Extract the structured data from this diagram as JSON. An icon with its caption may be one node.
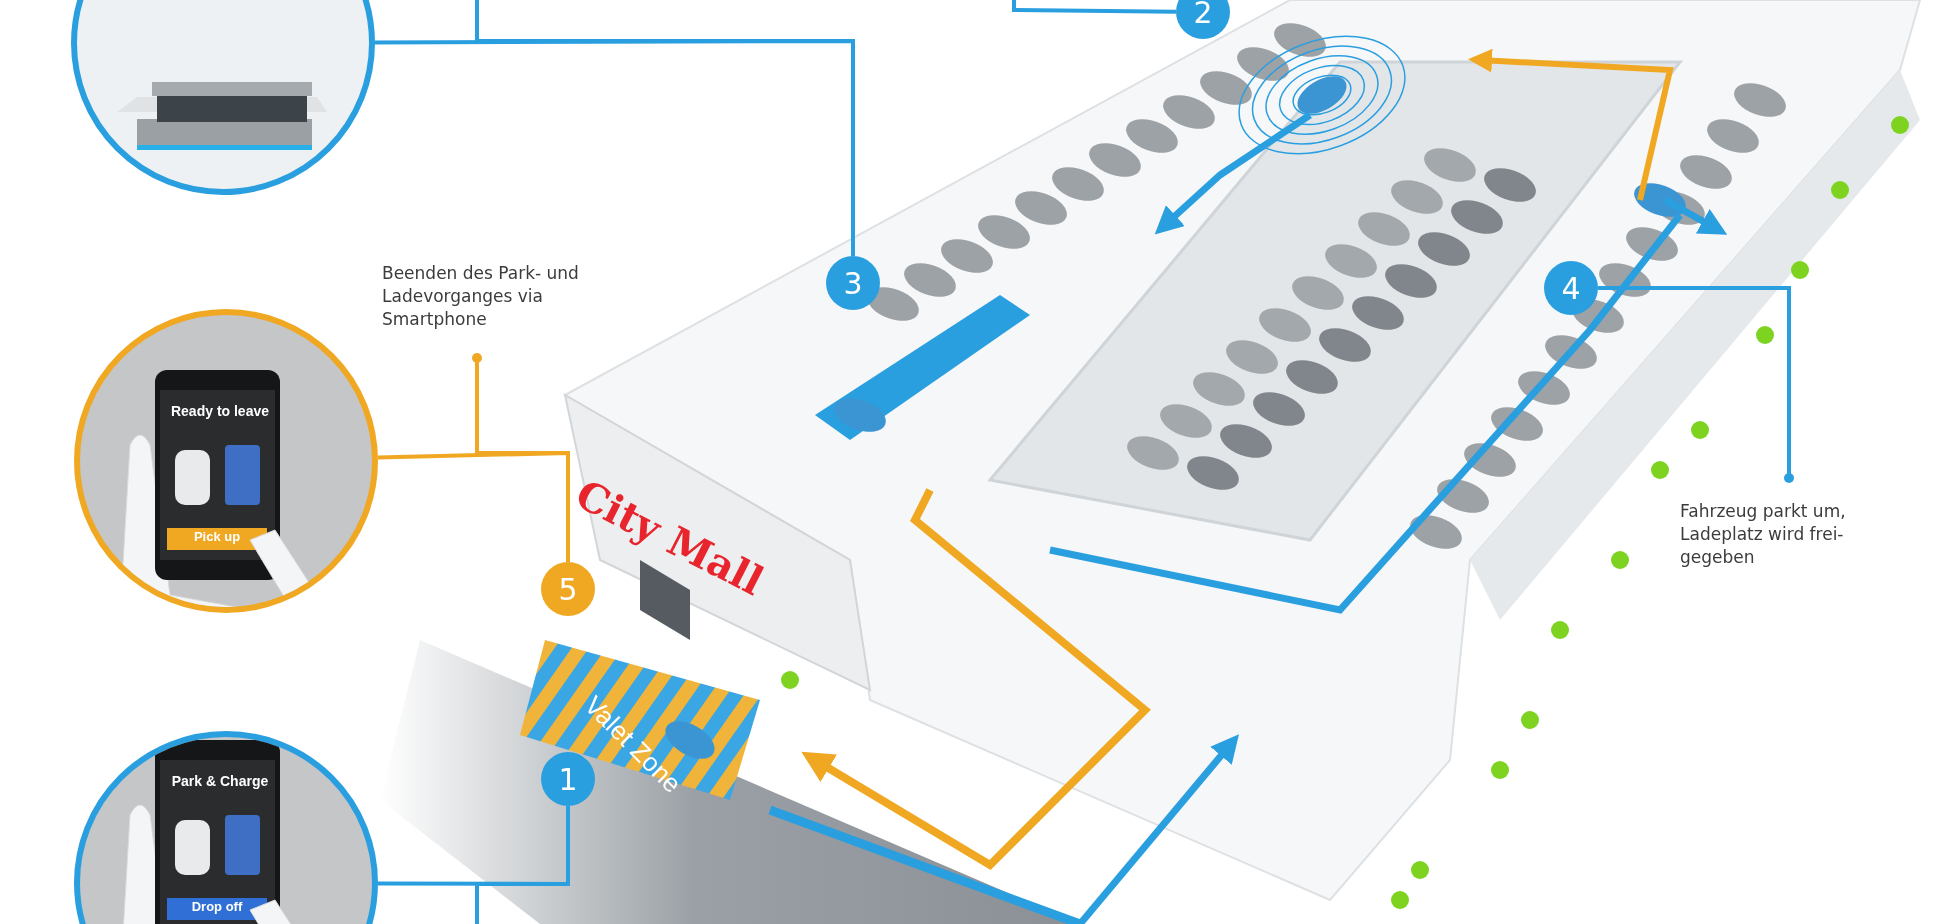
{
  "diagram": {
    "nodes": [
      {
        "text": [],
        "shape": "picture"
      },
      {
        "text": [
          "2"
        ]
      },
      {
        "text": [
          "3"
        ]
      },
      {
        "text": [
          "Beenden des Park- und Ladevorganges via Smartphone"
        ]
      },
      {
        "text": [
          "Ready to leave",
          "Pick up"
        ]
      },
      {
        "text": [
          "5"
        ]
      },
      {
        "text": [
          "Fahrzeug parkt um, Ladeplatz wird frei- gegeben"
        ]
      },
      {
        "text": [
          "4"
        ]
      },
      {
        "text": [
          "Park & Charge",
          "Drop off"
        ]
      },
      {
        "text": [
          "1"
        ]
      }
    ],
    "edges": [
      {
        "from": 0,
        "to": 2,
        "arrow": "none"
      },
      {
        "from": null,
        "to": 2,
        "arrow": "none"
      },
      {
        "from": null,
        "to": 1,
        "arrow": "none"
      },
      {
        "from": 3,
        "to": 5,
        "arrow": "other",
        "color": "#f0a823"
      },
      {
        "from": 4,
        "to": 5,
        "arrow": "none",
        "color": "#f0a823"
      },
      {
        "from": 6,
        "to": 7,
        "arrow": "other"
      },
      {
        "from": 8,
        "to": 9,
        "arrow": "none"
      },
      {
        "from": null,
        "to": 9,
        "arrow": "none"
      }
    ],
    "labels": [
      "City Mall",
      "Valet Zone"
    ]
  }
}
